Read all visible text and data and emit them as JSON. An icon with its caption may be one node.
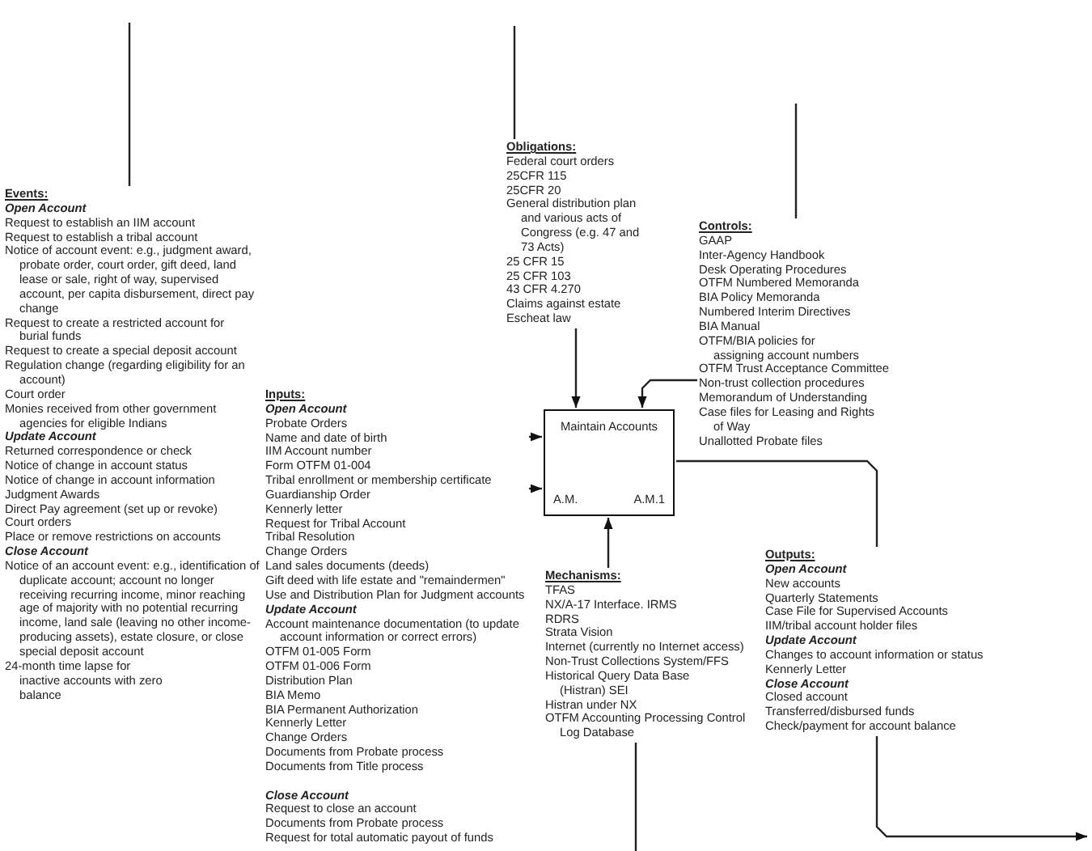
{
  "diagram": {
    "nodes": [
      {
        "text": [
          "Events:",
          "Open Account",
          "Request to establish an IIM account",
          "Request to establish a tribal account",
          "Notice of account event: e.g., judgment award, probate order, court order, gift deed, land lease or sale, right of way, supervised account, per capita disbursement, direct pay change",
          "Request to create a restricted account for burial funds",
          "Request to create a special deposit account",
          "Regulation change (regarding eligibility for an account)",
          "Court order",
          "Monies received from other government agencies for eligible Indians",
          "Update Account",
          "Returned correspondence or check",
          "Notice of change in account status",
          "Notice of change in account information",
          "Judgment Awards",
          "Direct Pay agreement (set up or revoke)",
          "Court orders",
          "Place or remove restrictions on accounts",
          "Close Account",
          "Notice of an account event: e.g., identification of duplicate account; account no longer receiving recurring income, minor reaching age of majority with no potential recurring income, land sale (leaving no other income-producing assets), estate closure, or close special deposit account",
          "24-month time lapse for inactive accounts with zero balance"
        ]
      },
      {
        "text": [
          "Inputs:",
          "Open Account",
          "Probate Orders",
          "Name and date of birth",
          "IIM Account number",
          "Form OTFM 01-004",
          "Tribal enrollment or membership certificate",
          "Guardianship Order",
          "Kennerly letter",
          "Request for Tribal Account",
          "Tribal Resolution",
          "Change Orders",
          "Land sales documents (deeds)",
          "Gift deed with life estate and \"remaindermen\"",
          "Use and Distribution Plan for Judgment accounts",
          "Update Account",
          "Account maintenance documentation (to update account information or correct errors)",
          "OTFM 01-005 Form",
          "OTFM 01-006 Form",
          "Distribution Plan",
          "BIA Memo",
          "BIA Permanent Authorization",
          "Kennerly Letter",
          "Change Orders",
          "Documents from Probate process",
          "Documents from Title process",
          "Close Account",
          "Request to close an account",
          "Documents from Probate process",
          "Request for total automatic payout of funds"
        ]
      },
      {
        "text": [
          "Obligations:",
          "Federal court orders",
          "25CFR 115",
          "25CFR 20",
          "General distribution plan and various acts of Congress (e.g. 47 and 73 Acts)",
          "25 CFR 15",
          "25 CFR 103",
          "43 CFR 4.270",
          "Claims against estate",
          "Escheat law"
        ]
      },
      {
        "text": [
          "Controls:",
          "GAAP",
          "Inter-Agency Handbook",
          "Desk Operating Procedures",
          "OTFM Numbered Memoranda",
          "BIA Policy Memoranda",
          "Numbered Interim Directives",
          "BIA Manual",
          "OTFM/BIA policies for assigning account numbers",
          "OTFM Trust Acceptance Committee",
          "Non-trust collection procedures",
          "Memorandum of Understanding",
          "Case files for Leasing and Rights of Way",
          "Unallotted Probate files"
        ]
      },
      {
        "text": [
          "Maintain Accounts",
          "A.M.",
          "A.M.1"
        ]
      },
      {
        "text": [
          "Mechanisms:",
          "TFAS",
          "NX/A-17 Interface. IRMS",
          "RDRS",
          "Strata Vision",
          "Internet (currently no Internet access)",
          "Non-Trust Collections System/FFS",
          "Historical Query Data Base (Histran) SEI",
          "Histran under NX",
          "OTFM Accounting Processing Control Log Database"
        ]
      },
      {
        "text": [
          "Outputs:",
          "Open Account",
          "New accounts",
          "Quarterly Statements",
          "Case File for Supervised Accounts",
          "IIM/tribal account holder files",
          "Update Account",
          "Changes to account information or status",
          "Kennerly Letter",
          "Close Account",
          "Closed account",
          "Transferred/disbursed funds",
          "Check/payment for account balance"
        ]
      }
    ],
    "edges": [
      {
        "from": null,
        "to": 0,
        "arrow": "none"
      },
      {
        "from": null,
        "to": 2,
        "arrow": "none"
      },
      {
        "from": null,
        "to": 3,
        "arrow": "none"
      },
      {
        "from": 2,
        "to": 4,
        "arrow": "to"
      },
      {
        "from": 3,
        "to": 4,
        "arrow": "to"
      },
      {
        "from": 1,
        "to": 4,
        "arrow": "to"
      },
      {
        "from": 1,
        "to": 4,
        "arrow": "to"
      },
      {
        "from": 5,
        "to": 4,
        "arrow": "to"
      },
      {
        "from": 4,
        "to": 6,
        "arrow": "none"
      },
      {
        "from": 6,
        "to": null,
        "arrow": "to"
      },
      {
        "from": 5,
        "to": null,
        "arrow": "none"
      }
    ]
  }
}
